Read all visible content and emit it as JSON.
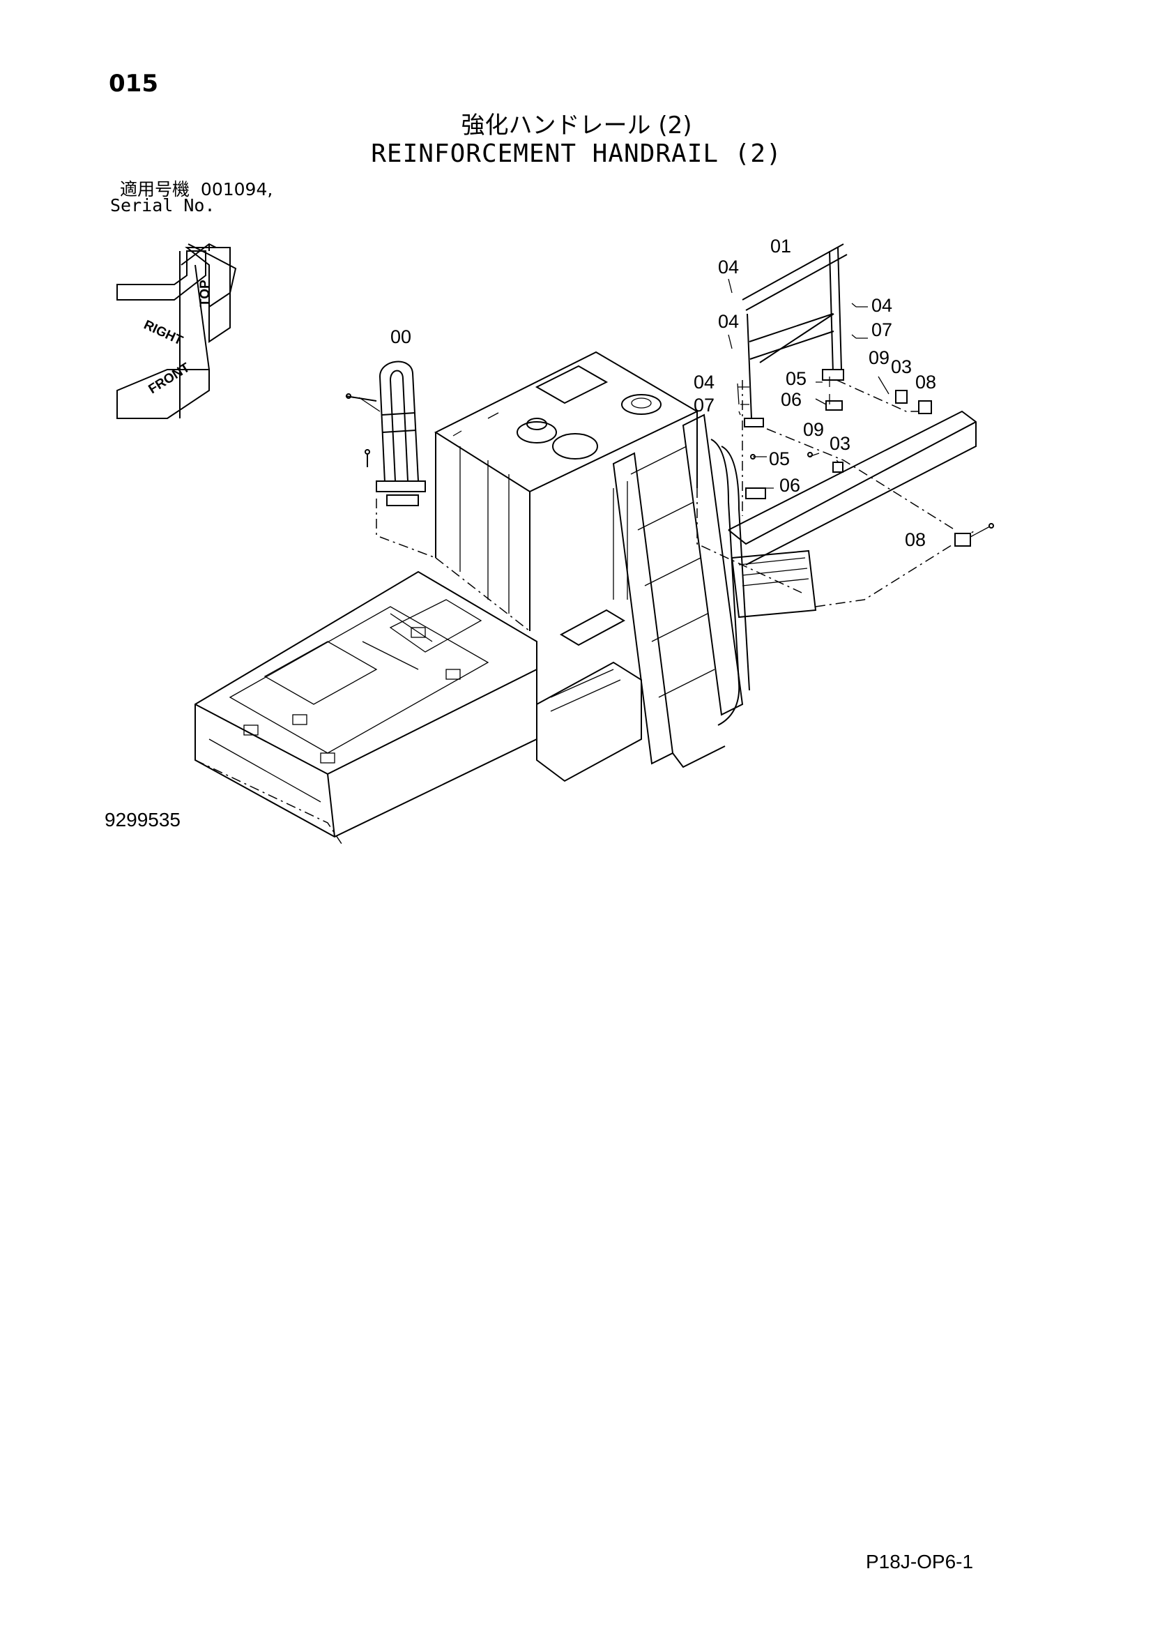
{
  "page_number": "015",
  "title_jp": "強化ハンドレール (2)",
  "title_en": "REINFORCEMENT HANDRAIL (2)",
  "serial_label_jp": "適用号機",
  "serial_value": "001094,",
  "serial_label_en": "Serial No.",
  "orientation_labels": {
    "top": "TOP",
    "right": "RIGHT",
    "front": "FRONT"
  },
  "callouts": {
    "c00": "00",
    "c01": "01",
    "c03a": "03",
    "c03b": "03",
    "c04a": "04",
    "c04b": "04",
    "c04c": "04",
    "c04d": "04",
    "c05a": "05",
    "c05b": "05",
    "c06a": "06",
    "c06b": "06",
    "c07a": "07",
    "c07b": "07",
    "c08a": "08",
    "c08b": "08",
    "c09a": "09",
    "c09b": "09"
  },
  "diagram_number": "9299535",
  "sheet_code": "P18J-OP6-1"
}
